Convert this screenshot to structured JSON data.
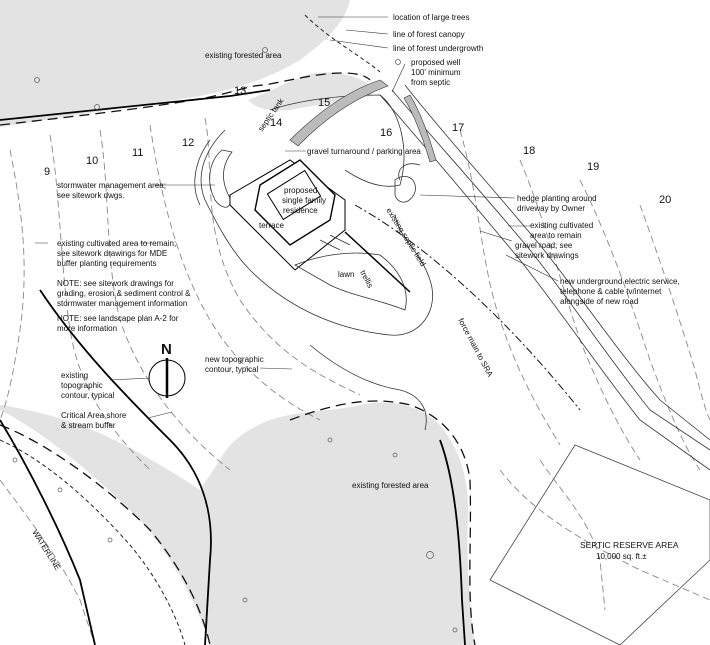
{
  "contours": [
    "9",
    "10",
    "11",
    "12",
    "13",
    "14",
    "15",
    "16",
    "17",
    "18",
    "19",
    "20"
  ],
  "labels": {
    "legend_trees": "location of large trees",
    "legend_canopy": "line of forest canopy",
    "legend_undergrowth": "line of forest undergrowth",
    "forest_top": "existing forested area",
    "well_1": "proposed well",
    "well_2": "100' minimum",
    "well_3": "from septic",
    "gravel_turnaround": "gravel turnaround / parking area",
    "stormwater_1": "stormwater management area;",
    "stormwater_2": "see sitework dwgs.",
    "residence_1": "proposed",
    "residence_2": "single family",
    "residence_3": "residence",
    "terrace": "terrace",
    "lawn": "lawn",
    "trellis": "trellis",
    "hedge_1": "hedge planting around",
    "hedge_2": "driveway by Owner",
    "cultivated_right_1": "existing cultivated",
    "cultivated_right_2": "area to remain",
    "gravel_road_1": "gravel road; see",
    "gravel_road_2": "sitework drawings",
    "electric_1": "new underground electric service,",
    "electric_2": "telephone & cable tv/internet",
    "electric_3": "alongside of new road",
    "cultivated_left_1": "existing cultivated area to remain;",
    "cultivated_left_2": "see sitework drawings for MDE",
    "cultivated_left_3": "buffer planting requirements",
    "note1_1": "NOTE: see sitework drawings for",
    "note1_2": "grading, erosion & sediment control &",
    "note1_3": "stormwater management information",
    "note2_1": "NOTE: see landscape plan A-2 for",
    "note2_2": "more information",
    "north": "N",
    "existing_contour_1": "existing",
    "existing_contour_2": "topographic",
    "existing_contour_3": "contour, typical",
    "new_contour_1": "new topographic",
    "new_contour_2": "contour, typical",
    "critical_1": "Critical Area shore",
    "critical_2": "& stream buffer",
    "forest_bottom": "existing forested area",
    "force_main": "force main to SRA",
    "septic_reserve_1": "SEPTIC RESERVE AREA",
    "septic_reserve_2": "10,000 sq. ft.±",
    "waterline": "WATERLINE",
    "existing_septic": "existing septic field",
    "septic_tank": "septic tank"
  }
}
